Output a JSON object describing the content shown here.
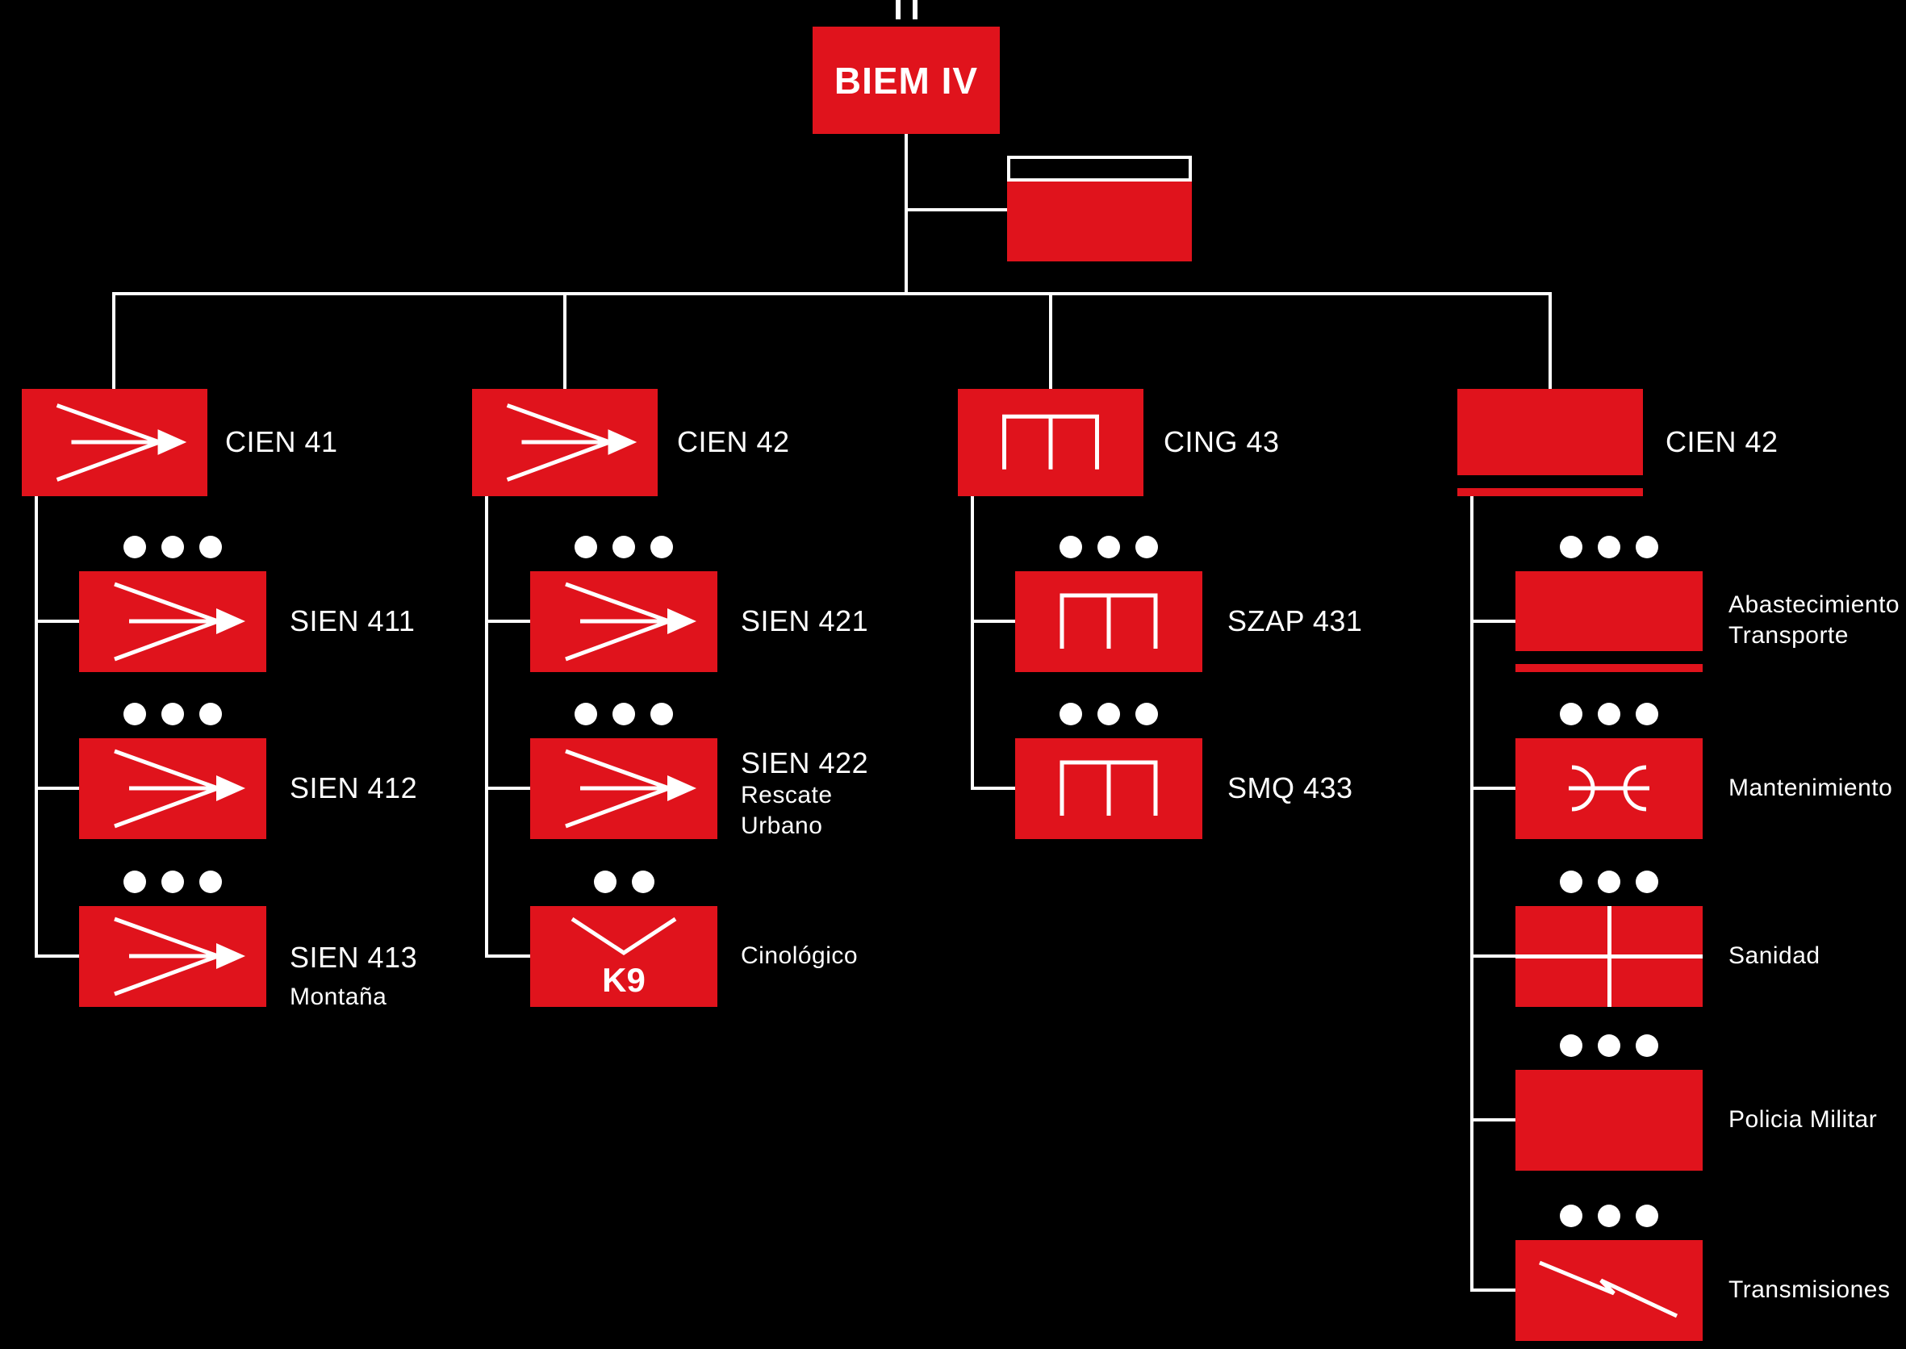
{
  "colors": {
    "background": "#000000",
    "unit_red": "#e0131c",
    "line": "#ffffff",
    "text": "#ffffff"
  },
  "root": {
    "label": "BIEM IV",
    "echelon_marks": "II",
    "attachment_symbol": "hq-staff-box-icon"
  },
  "columns": [
    {
      "unit": {
        "label": "CIEN 41",
        "symbol": "engineer-arrow-icon"
      },
      "children": [
        {
          "label": "SIEN 411",
          "dots": 3,
          "symbol": "engineer-arrow-icon"
        },
        {
          "label": "SIEN 412",
          "dots": 3,
          "symbol": "engineer-arrow-icon"
        },
        {
          "label": "SIEN 413",
          "sublabel": "Montaña",
          "dots": 3,
          "symbol": "engineer-arrow-icon"
        }
      ]
    },
    {
      "unit": {
        "label": "CIEN 42",
        "symbol": "engineer-arrow-icon"
      },
      "children": [
        {
          "label": "SIEN 421",
          "dots": 3,
          "symbol": "engineer-arrow-icon"
        },
        {
          "label": "SIEN 422",
          "sublabel": "Rescate",
          "sublabel2": "Urbano",
          "dots": 3,
          "symbol": "engineer-arrow-icon"
        },
        {
          "label": "Cinológico",
          "dots": 2,
          "symbol": "k9-chevron-icon",
          "symbol_text": "K9"
        }
      ]
    },
    {
      "unit": {
        "label": "CING 43",
        "symbol": "bridge-icon"
      },
      "children": [
        {
          "label": "SZAP 431",
          "dots": 3,
          "symbol": "bridge-icon"
        },
        {
          "label": "SMQ 433",
          "dots": 3,
          "symbol": "bridge-icon"
        }
      ]
    },
    {
      "unit": {
        "label": "CIEN 42",
        "symbol": "logistics-stripe-icon"
      },
      "children": [
        {
          "label": "Abastecimiento",
          "label2": "Transporte",
          "dots": 3,
          "symbol": "logistics-stripe-icon"
        },
        {
          "label": "Mantenimiento",
          "dots": 3,
          "symbol": "maintenance-icon"
        },
        {
          "label": "Sanidad",
          "dots": 3,
          "symbol": "medical-cross-icon"
        },
        {
          "label": "Policia Militar",
          "dots": 3,
          "symbol": "plain-box"
        },
        {
          "label": "Transmisiones",
          "dots": 3,
          "symbol": "signal-flash-icon"
        }
      ]
    }
  ]
}
